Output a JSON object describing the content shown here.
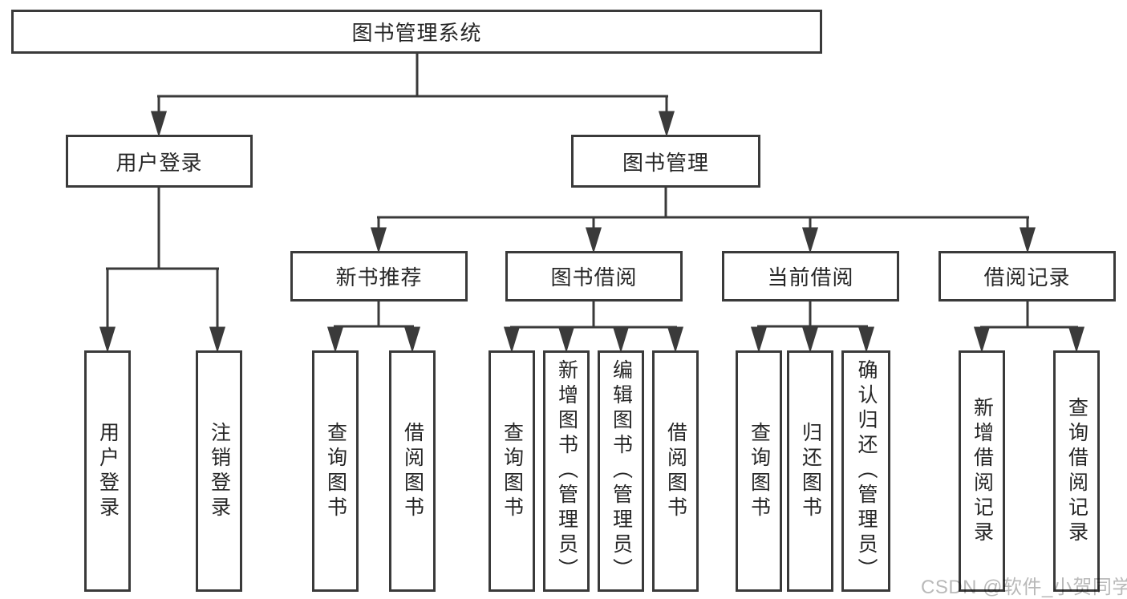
{
  "title": "图书管理系统",
  "tree": {
    "label": "图书管理系统",
    "children": [
      {
        "label": "用户登录",
        "children": [
          {
            "label": "用户登录"
          },
          {
            "label": "注销登录"
          }
        ]
      },
      {
        "label": "图书管理",
        "children": [
          {
            "label": "新书推荐",
            "children": [
              {
                "label": "查询图书"
              },
              {
                "label": "借阅图书"
              }
            ]
          },
          {
            "label": "图书借阅",
            "children": [
              {
                "label": "查询图书"
              },
              {
                "label": "新增图书（管理员）"
              },
              {
                "label": "编辑图书（管理员）"
              },
              {
                "label": "借阅图书"
              }
            ]
          },
          {
            "label": "当前借阅",
            "children": [
              {
                "label": "查询图书"
              },
              {
                "label": "归还图书"
              },
              {
                "label": "确认归还（管理员）"
              }
            ]
          },
          {
            "label": "借阅记录",
            "children": [
              {
                "label": "新增借阅记录"
              },
              {
                "label": "查询借阅记录"
              }
            ]
          }
        ]
      }
    ]
  },
  "watermark": "CSDN @软件_小贺同学",
  "colors": {
    "line": "#3a3a3a",
    "text": "#262626",
    "watermark": "#b9b9b9",
    "background": "#ffffff"
  }
}
